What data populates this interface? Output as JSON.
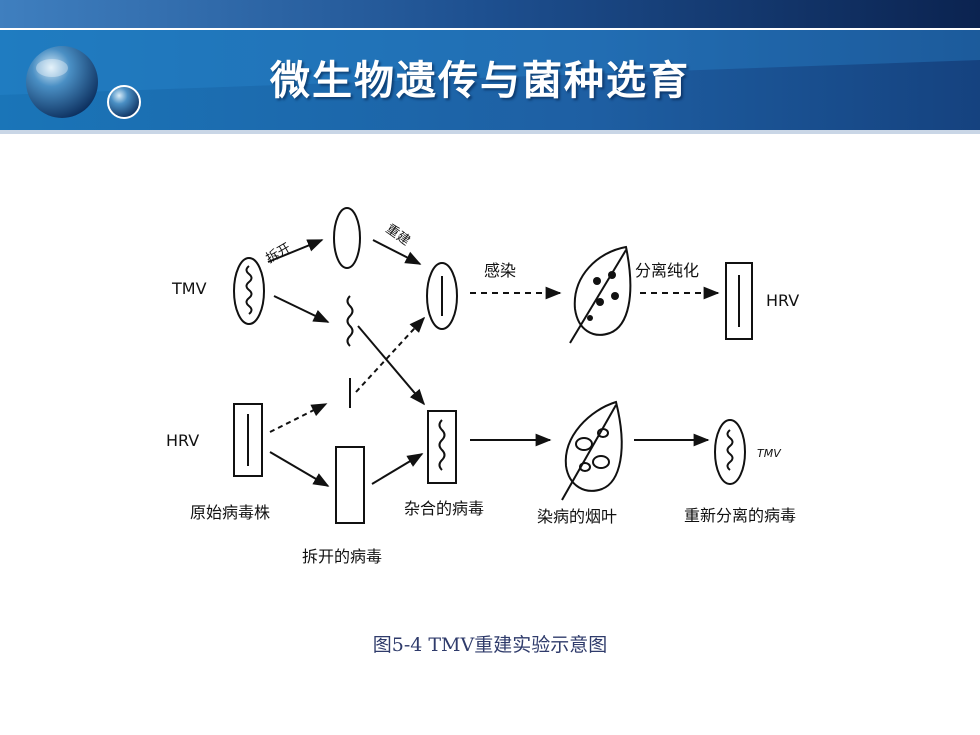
{
  "slide": {
    "title": "微生物遗传与菌种选育",
    "caption": "图5-4 TMV重建实验示意图"
  },
  "diagram": {
    "tmv_label": "TMV",
    "hrv_label_left": "HRV",
    "hrv_label_right": "HRV",
    "tmv_result_label": "TMV",
    "step_split": "拆开",
    "step_recombine": "重建",
    "step_infect": "感染",
    "step_isolate": "分离纯化",
    "caption_original": "原始病毒株",
    "caption_split": "拆开的病毒",
    "caption_hybrid": "杂合的病毒",
    "caption_leaf": "染病的烟叶",
    "caption_reisolated": "重新分离的病毒"
  },
  "colors": {
    "header_dark": "#0d2a5c",
    "header_mid": "#1f5f9e",
    "header_light": "#3a86c8"
  }
}
